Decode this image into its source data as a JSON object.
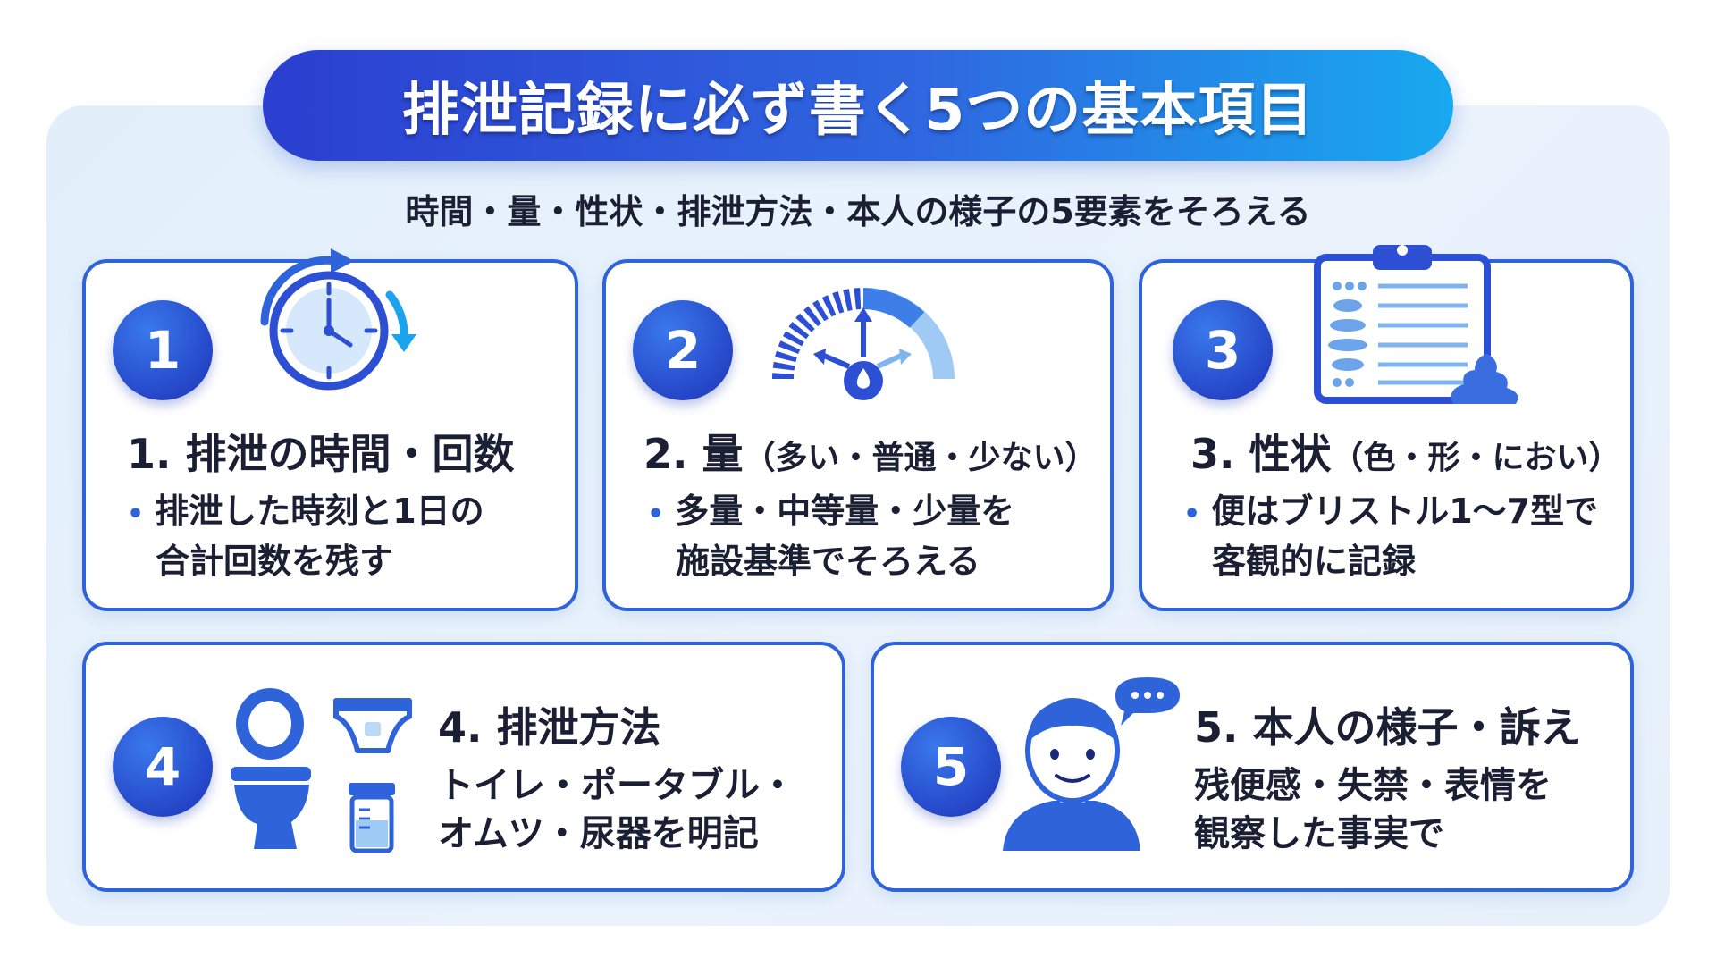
{
  "title": "排泄記録に必ず書く5つの基本項目",
  "subtitle": "時間・量・性状・排泄方法・本人の様子の5要素をそろえる",
  "colors": {
    "primary": "#2f63d9",
    "accent": "#18a9ef",
    "panel": "#e6f0fb"
  },
  "cards": [
    {
      "number": "1",
      "title": "1. 排泄の時間・回数",
      "title_paren": "",
      "bullet": [
        "排泄した時刻と1日の",
        "合計回数を残す"
      ],
      "icon": "clock-icon"
    },
    {
      "number": "2",
      "title": "2. 量",
      "title_paren": "（多い・普通・少ない）",
      "bullet": [
        "多量・中等量・少量を",
        "施設基準でそろえる"
      ],
      "icon": "gauge-icon"
    },
    {
      "number": "3",
      "title": "3. 性状",
      "title_paren": "（色・形・におい）",
      "bullet": [
        "便はブリストル1〜7型で",
        "客観的に記録"
      ],
      "icon": "clipboard-chart-icon"
    },
    {
      "number": "4",
      "title": "4. 排泄方法",
      "text": [
        "トイレ・ポータブル・",
        "オムツ・尿器を明記"
      ],
      "icon": "toilet-icon"
    },
    {
      "number": "5",
      "title": "5. 本人の様子・訴え",
      "text": [
        "残便感・失禁・表情を",
        "観察した事実で"
      ],
      "icon": "person-speech-icon"
    }
  ]
}
